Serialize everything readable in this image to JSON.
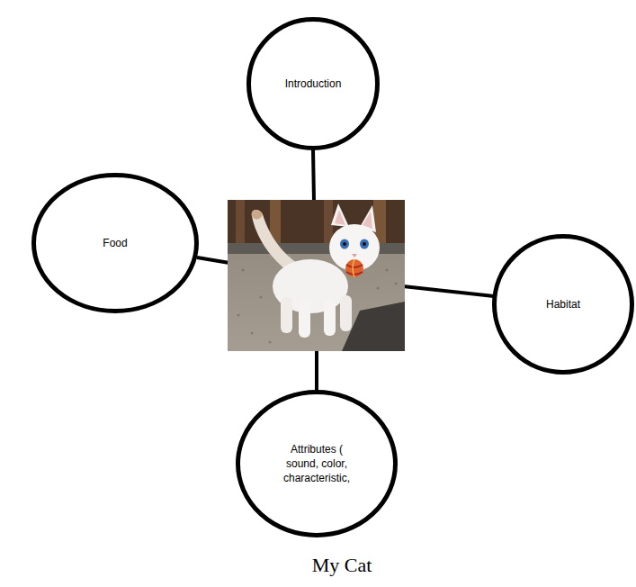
{
  "diagram": {
    "caption": "My Cat",
    "nodes": [
      {
        "text": [
          "Introduction"
        ]
      },
      {
        "text": [
          "Food"
        ]
      },
      {
        "text": [
          "Habitat"
        ]
      },
      {
        "text": [
          "Attributes ( sound, color, characteristic,"
        ]
      }
    ]
  }
}
